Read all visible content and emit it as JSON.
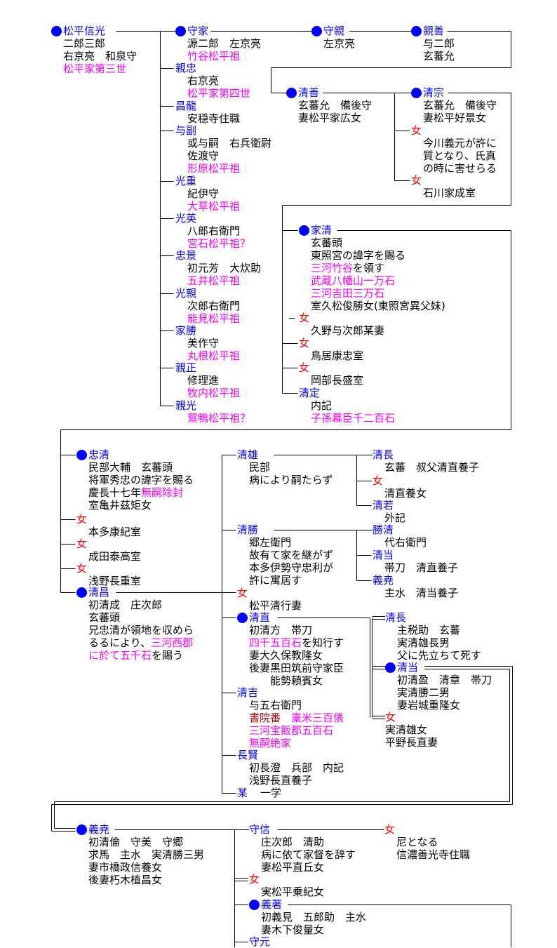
{
  "colors": {
    "name": "#0000ff",
    "daughter": "#ff0000",
    "note": "#ff00ff",
    "office": "#990000",
    "line": "#000000"
  },
  "persons": [
    {
      "name": "松平信光",
      "kind": "heir",
      "lines": [
        [
          {
            "t": "二郎三郎"
          }
        ],
        [
          {
            "t": "右京亮　和泉守"
          }
        ],
        [
          {
            "t": "松平家第三世",
            "s": "m"
          }
        ]
      ]
    },
    {
      "name": "守家",
      "kind": "heir",
      "lines": [
        [
          {
            "t": "源二郎　左京亮"
          }
        ],
        [
          {
            "t": "竹谷松平祖",
            "s": "m"
          }
        ]
      ]
    },
    {
      "name": "守親",
      "kind": "heir",
      "lines": [
        [
          {
            "t": "左京亮"
          }
        ]
      ]
    },
    {
      "name": "親善",
      "kind": "heir",
      "lines": [
        [
          {
            "t": "与二郎"
          }
        ],
        [
          {
            "t": "玄蕃允"
          }
        ]
      ]
    },
    {
      "name": "親忠",
      "kind": "son",
      "lines": [
        [
          {
            "t": "右京亮"
          }
        ],
        [
          {
            "t": "松平家第四世",
            "s": "m"
          }
        ]
      ]
    },
    {
      "name": "昌龍",
      "kind": "son",
      "lines": [
        [
          {
            "t": "安穏寺住職"
          }
        ]
      ]
    },
    {
      "name": "与副",
      "kind": "son",
      "lines": [
        [
          {
            "t": "或与嗣　右兵衛尉"
          }
        ],
        [
          {
            "t": "佐渡守"
          }
        ],
        [
          {
            "t": "形原松平祖",
            "s": "m"
          }
        ]
      ]
    },
    {
      "name": "光重",
      "kind": "son",
      "lines": [
        [
          {
            "t": "紀伊守"
          }
        ],
        [
          {
            "t": "大草松平祖",
            "s": "m"
          }
        ]
      ]
    },
    {
      "name": "光英",
      "kind": "son",
      "lines": [
        [
          {
            "t": "八郎右衛門"
          }
        ],
        [
          {
            "t": "宮石松平祖？",
            "s": "m"
          }
        ]
      ]
    },
    {
      "name": "忠景",
      "kind": "son",
      "lines": [
        [
          {
            "t": "初元芳　大炊助"
          }
        ],
        [
          {
            "t": "五井松平祖",
            "s": "m"
          }
        ]
      ]
    },
    {
      "name": "光親",
      "kind": "son",
      "lines": [
        [
          {
            "t": "次郎右衛門"
          }
        ],
        [
          {
            "t": "能見松平祖",
            "s": "m"
          }
        ]
      ]
    },
    {
      "name": "家勝",
      "kind": "son",
      "lines": [
        [
          {
            "t": "美作守"
          }
        ],
        [
          {
            "t": "丸根松平祖",
            "s": "m"
          }
        ]
      ]
    },
    {
      "name": "親正",
      "kind": "son",
      "lines": [
        [
          {
            "t": "修理進"
          }
        ],
        [
          {
            "t": "牧内松平祖",
            "s": "m"
          }
        ]
      ]
    },
    {
      "name": "親光",
      "kind": "son",
      "lines": [
        [
          {
            "t": "鴛鴨松平祖？",
            "s": "m"
          }
        ]
      ]
    },
    {
      "name": "清善",
      "kind": "heir",
      "lines": [
        [
          {
            "t": "玄蕃允　備後守"
          }
        ],
        [
          {
            "t": "妻松平家広女"
          }
        ]
      ]
    },
    {
      "name": "清宗",
      "kind": "heir",
      "lines": [
        [
          {
            "t": "玄蕃允　備後守"
          }
        ],
        [
          {
            "t": "妻松平好景女"
          }
        ]
      ]
    },
    {
      "name": "女",
      "kind": "daughter",
      "lines": [
        [
          {
            "t": "今川義元が許に"
          }
        ],
        [
          {
            "t": "質となり、氏真"
          }
        ],
        [
          {
            "t": "の時に害せらる"
          }
        ]
      ]
    },
    {
      "name": "女",
      "kind": "daughter",
      "lines": [
        [
          {
            "t": "石川家成室"
          }
        ]
      ]
    },
    {
      "name": "家清",
      "kind": "heir",
      "lines": [
        [
          {
            "t": "玄蕃頭"
          }
        ],
        [
          {
            "t": "東照宮の諱字を賜る"
          }
        ],
        [
          {
            "t": "三河竹谷",
            "s": "m"
          },
          {
            "t": "を領す"
          }
        ],
        [
          {
            "t": "武蔵八幡山一万石",
            "s": "m"
          }
        ],
        [
          {
            "t": "三河吉田三万石",
            "s": "m"
          }
        ],
        [
          {
            "t": "室久松俊勝女(東照宮異父妹)"
          }
        ]
      ]
    },
    {
      "name": "女",
      "kind": "daughter",
      "lines": [
        [
          {
            "t": "久野与次郎某妻"
          }
        ]
      ]
    },
    {
      "name": "女",
      "kind": "daughter",
      "lines": [
        [
          {
            "t": "鳥居康忠室"
          }
        ]
      ]
    },
    {
      "name": "女",
      "kind": "daughter",
      "lines": [
        [
          {
            "t": "岡部長盛室"
          }
        ]
      ]
    },
    {
      "name": "清定",
      "kind": "son",
      "lines": [
        [
          {
            "t": "内記"
          }
        ],
        [
          {
            "t": "子孫幕臣千二百石",
            "s": "m"
          }
        ]
      ]
    },
    {
      "name": "忠清",
      "kind": "heir",
      "lines": [
        [
          {
            "t": "民部大輔　玄蕃頭"
          }
        ],
        [
          {
            "t": "将軍秀忠の諱字を賜る"
          }
        ],
        [
          {
            "t": "慶長十七年"
          },
          {
            "t": "無嗣除封",
            "s": "m"
          }
        ],
        [
          {
            "t": "室亀井茲矩女"
          }
        ]
      ]
    },
    {
      "name": "女",
      "kind": "daughter",
      "lines": [
        [
          {
            "t": "本多康紀室"
          }
        ]
      ]
    },
    {
      "name": "女",
      "kind": "daughter",
      "lines": [
        [
          {
            "t": "成田泰高室"
          }
        ]
      ]
    },
    {
      "name": "女",
      "kind": "daughter",
      "lines": [
        [
          {
            "t": "浅野長重室"
          }
        ]
      ]
    },
    {
      "name": "清昌",
      "kind": "heir",
      "lines": [
        [
          {
            "t": "初清成　庄次郎"
          }
        ],
        [
          {
            "t": "玄蕃頭"
          }
        ],
        [
          {
            "t": "兄忠清が領地を収めら"
          }
        ],
        [
          {
            "t": "るるにより、"
          },
          {
            "t": "三河西郡",
            "s": "m"
          }
        ],
        [
          {
            "t": "に於て五千石",
            "s": "m"
          },
          {
            "t": "を賜う"
          }
        ]
      ]
    },
    {
      "name": "清雄",
      "kind": "son",
      "lines": [
        [
          {
            "t": "民部"
          }
        ],
        [
          {
            "t": "病により嗣たらず"
          }
        ]
      ]
    },
    {
      "name": "清勝",
      "kind": "son",
      "lines": [
        [
          {
            "t": "郷左衛門"
          }
        ],
        [
          {
            "t": "故有て家を継がず"
          }
        ],
        [
          {
            "t": "本多伊勢守忠利が"
          }
        ],
        [
          {
            "t": "許に寓居す"
          }
        ]
      ]
    },
    {
      "name": "女",
      "kind": "daughter",
      "lines": [
        [
          {
            "t": "松平清行妻"
          }
        ]
      ]
    },
    {
      "name": "清直",
      "kind": "heir",
      "lines": [
        [
          {
            "t": "初清方　帯刀"
          }
        ],
        [
          {
            "t": "四千五百石",
            "s": "m"
          },
          {
            "t": "を知行す"
          }
        ],
        [
          {
            "t": "妻大久保教隆女"
          }
        ],
        [
          {
            "t": "後妻黒田筑前守家臣"
          }
        ],
        [
          {
            "t": "　　能勢頼賓女"
          }
        ]
      ]
    },
    {
      "name": "清吉",
      "kind": "son",
      "lines": [
        [
          {
            "t": "与五右衛門"
          }
        ],
        [
          {
            "t": "書院番",
            "s": "r"
          },
          {
            "t": "　"
          },
          {
            "t": "稟米三百俵",
            "s": "m"
          }
        ],
        [
          {
            "t": "三河宝飯郡五百石",
            "s": "m"
          }
        ],
        [
          {
            "t": "無嗣絶家",
            "s": "m"
          }
        ]
      ]
    },
    {
      "name": "長賢",
      "kind": "son",
      "lines": [
        [
          {
            "t": "初長澄　兵部　内記"
          }
        ],
        [
          {
            "t": "浅野長直養子"
          }
        ]
      ]
    },
    {
      "name": "某",
      "kind": "son",
      "inline": "　一学",
      "lines": []
    },
    {
      "name": "清長",
      "kind": "son",
      "lines": [
        [
          {
            "t": "玄蕃　叔父清直養子"
          }
        ]
      ]
    },
    {
      "name": "女",
      "kind": "daughter",
      "lines": [
        [
          {
            "t": "清直養女"
          }
        ]
      ]
    },
    {
      "name": "清若",
      "kind": "son",
      "lines": [
        [
          {
            "t": "外記"
          }
        ]
      ]
    },
    {
      "name": "勝清",
      "kind": "son",
      "lines": [
        [
          {
            "t": "代右衛門"
          }
        ]
      ]
    },
    {
      "name": "清当",
      "kind": "son",
      "lines": [
        [
          {
            "t": "帯刀　清直養子"
          }
        ]
      ]
    },
    {
      "name": "義尭",
      "kind": "son",
      "lines": [
        [
          {
            "t": "主水　清当養子"
          }
        ]
      ]
    },
    {
      "name": "清長",
      "kind": "son",
      "lines": [
        [
          {
            "t": "主税助　玄蕃"
          }
        ],
        [
          {
            "t": "実清雄長男"
          }
        ],
        [
          {
            "t": "父に先立ちて死す"
          }
        ]
      ]
    },
    {
      "name": "清当",
      "kind": "heir",
      "lines": [
        [
          {
            "t": "初清盈　清章　帯刀"
          }
        ],
        [
          {
            "t": "実清勝二男"
          }
        ],
        [
          {
            "t": "妻岩城重隆女"
          }
        ]
      ]
    },
    {
      "name": "女",
      "kind": "daughter",
      "flat": true,
      "lines": [
        [
          {
            "t": "実清雄女"
          }
        ],
        [
          {
            "t": "平野長直妻"
          }
        ]
      ]
    },
    {
      "name": "義尭",
      "kind": "heir",
      "lines": [
        [
          {
            "t": "初清倫　守美　守郷"
          }
        ],
        [
          {
            "t": "求馬　主水　実清勝三男"
          }
        ],
        [
          {
            "t": "妻市橋政信養女"
          }
        ],
        [
          {
            "t": "後妻朽木植昌女"
          }
        ]
      ]
    },
    {
      "name": "守信",
      "kind": "son",
      "lines": [
        [
          {
            "t": "庄次郎　清助"
          }
        ],
        [
          {
            "t": "病に依て家督を辞す"
          }
        ],
        [
          {
            "t": "妻松平直丘女"
          }
        ]
      ]
    },
    {
      "name": "女",
      "kind": "daughter",
      "lines": [
        [
          {
            "t": "尼となる"
          }
        ],
        [
          {
            "t": "信濃善光寺住職"
          }
        ]
      ]
    },
    {
      "name": "女",
      "kind": "daughter",
      "lines": [
        [
          {
            "t": "実松平乗紀女"
          }
        ]
      ]
    },
    {
      "name": "義著",
      "kind": "heir",
      "lines": [
        [
          {
            "t": "初義見　五郎助　主水"
          }
        ],
        [
          {
            "t": "妻木下俊量女"
          }
        ]
      ]
    },
    {
      "name": "守元",
      "kind": "son",
      "lines": []
    }
  ]
}
